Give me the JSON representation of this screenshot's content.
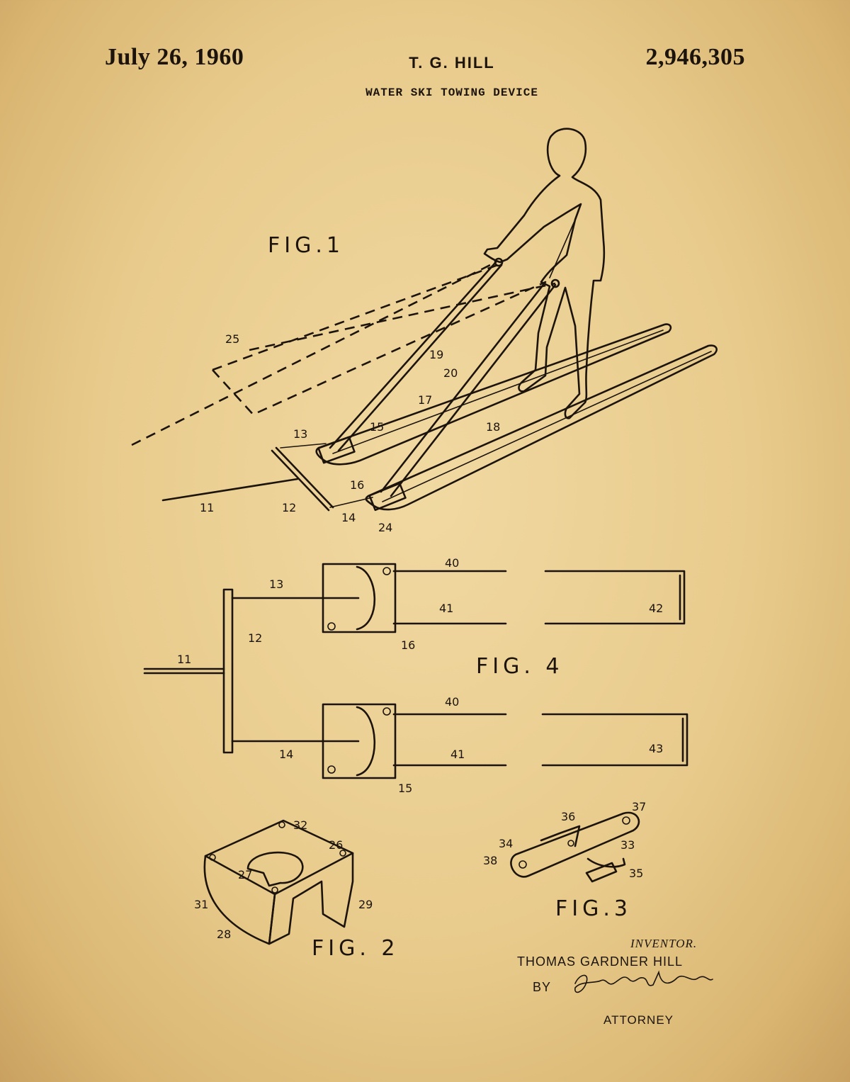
{
  "header": {
    "date": "July 26, 1960",
    "inventor_short": "T. G. HILL",
    "patent_number": "2,946,305",
    "title": "WATER SKI TOWING DEVICE"
  },
  "figures": {
    "fig1_label": "FIG.1",
    "fig2_label": "FIG. 2",
    "fig3_label": "FIG.3",
    "fig4_label": "FIG. 4"
  },
  "reference_numerals": {
    "fig1": [
      "25",
      "19",
      "20",
      "17",
      "13",
      "15",
      "18",
      "16",
      "11",
      "12",
      "14",
      "24"
    ],
    "fig4": [
      "40",
      "13",
      "41",
      "42",
      "12",
      "16",
      "11",
      "40",
      "14",
      "41",
      "43",
      "15"
    ],
    "fig2": [
      "32",
      "26",
      "27",
      "31",
      "28",
      "29"
    ],
    "fig3": [
      "36",
      "37",
      "34",
      "33",
      "38",
      "35"
    ]
  },
  "footer": {
    "inventor_label": "INVENTOR.",
    "inventor_name": "THOMAS GARDNER HILL",
    "by_label": "BY",
    "attorney_label": "ATTORNEY"
  },
  "colors": {
    "paper": "#e8cb8c",
    "ink": "#1c140c"
  }
}
